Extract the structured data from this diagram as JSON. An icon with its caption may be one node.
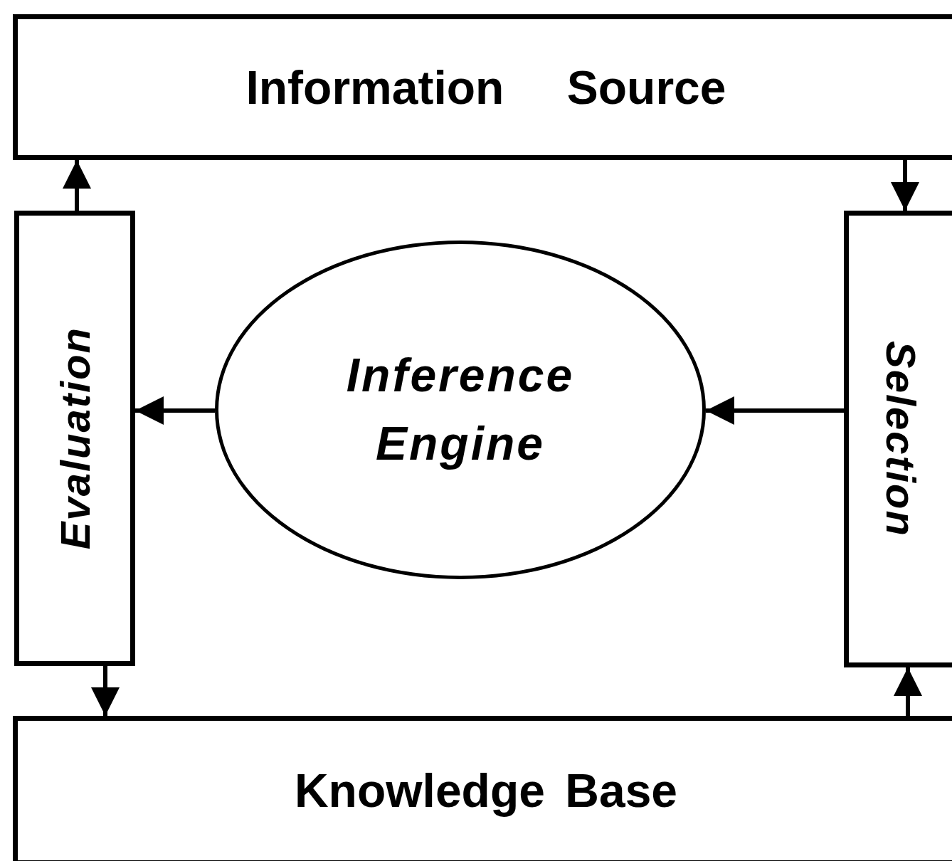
{
  "diagram": {
    "nodes": [
      {
        "text": [
          "Information Source"
        ]
      },
      {
        "text": [
          "Evaluation"
        ]
      },
      {
        "text": [
          "Inference Engine"
        ]
      },
      {
        "text": [
          "Selection"
        ]
      },
      {
        "text": [
          "Knowledge Base"
        ]
      }
    ],
    "edges": [
      {
        "from": 1,
        "to": 0,
        "arrow": "to"
      },
      {
        "from": 0,
        "to": 3,
        "arrow": "to"
      },
      {
        "from": 3,
        "to": 2,
        "arrow": "to"
      },
      {
        "from": 2,
        "to": 1,
        "arrow": "to"
      },
      {
        "from": 1,
        "to": 4,
        "arrow": "to"
      },
      {
        "from": 4,
        "to": 3,
        "arrow": "to"
      }
    ]
  }
}
